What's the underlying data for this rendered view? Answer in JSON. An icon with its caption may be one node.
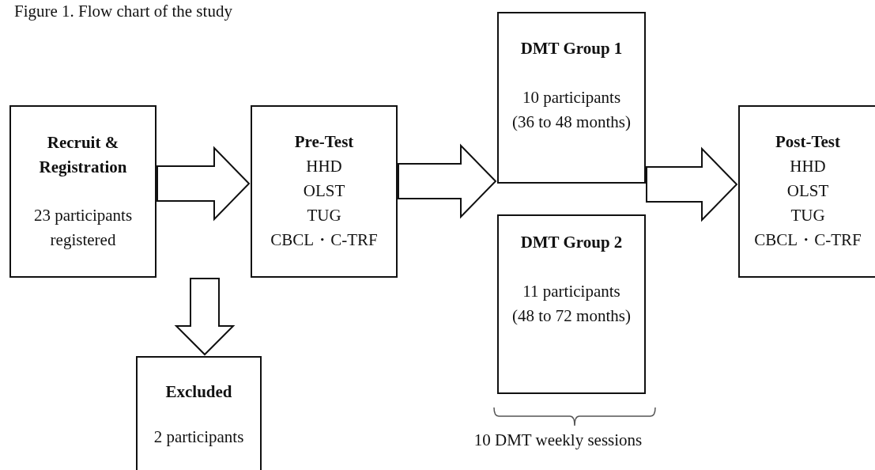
{
  "diagram": {
    "title": "Figure 1. Flow chart of the study",
    "nodes": [
      {
        "text": [
          "Recruit & Registration",
          "23 participants registered"
        ]
      },
      {
        "text": [
          "Pre-Test",
          "HHD",
          "OLST",
          "TUG",
          "CBCL・C-TRF"
        ]
      },
      {
        "text": [
          "DMT Group 1",
          "10 participants (36 to 48 months)"
        ]
      },
      {
        "text": [
          "DMT Group 2",
          "11 participants (48 to 72 months)"
        ]
      },
      {
        "text": [
          "Post-Test",
          "HHD",
          "OLST",
          "TUG",
          "CBCL・C-TRF"
        ]
      },
      {
        "text": [
          "Excluded",
          "2 participants"
        ]
      }
    ],
    "edges": [
      {
        "from": 0,
        "to": 1,
        "arrow": "to"
      },
      {
        "from": 1,
        "to": 2,
        "arrow": "to"
      },
      {
        "from": 1,
        "to": 3,
        "arrow": "to"
      },
      {
        "from": 2,
        "to": 4,
        "arrow": "to"
      },
      {
        "from": 3,
        "to": 4,
        "arrow": "to"
      },
      {
        "from": 0,
        "to": 5,
        "arrow": "to"
      }
    ],
    "labels": [
      "10 DMT weekly sessions"
    ]
  }
}
